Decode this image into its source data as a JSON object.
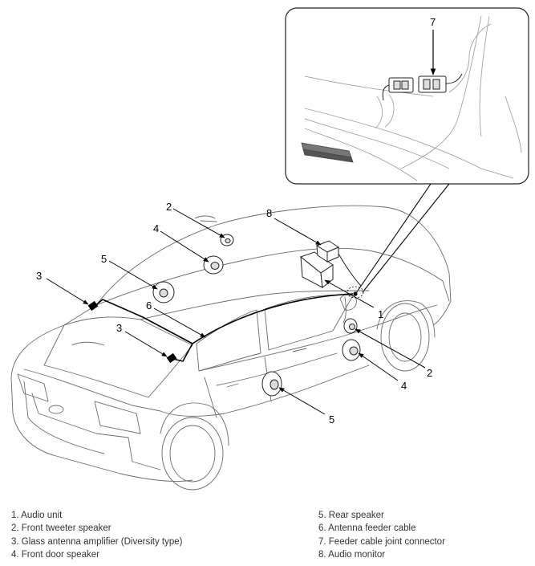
{
  "callouts": {
    "inset": [
      "7"
    ],
    "main": [
      "2",
      "4",
      "5",
      "3",
      "6",
      "3",
      "8",
      "1",
      "2",
      "4",
      "5"
    ]
  },
  "legend": {
    "left": [
      "1. Audio unit",
      "2. Front tweeter speaker",
      "3. Glass antenna amplifier (Diversity type)",
      "4. Front door speaker"
    ],
    "right": [
      "5. Rear speaker",
      "6. Antenna feeder cable",
      "7. Feeder cable joint connector",
      "8. Audio monitor"
    ]
  }
}
